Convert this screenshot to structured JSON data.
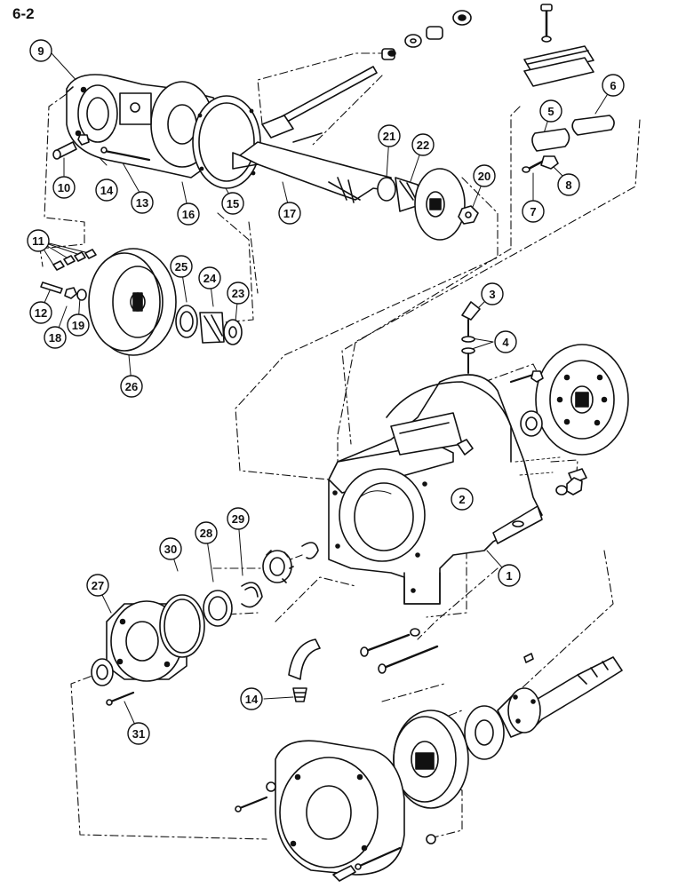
{
  "page": {
    "label": "6-2"
  },
  "callouts": [
    {
      "id": "c1",
      "label": "1"
    },
    {
      "id": "c2",
      "label": "2"
    },
    {
      "id": "c3",
      "label": "3"
    },
    {
      "id": "c4",
      "label": "4"
    },
    {
      "id": "c5",
      "label": "5"
    },
    {
      "id": "c6",
      "label": "6"
    },
    {
      "id": "c7",
      "label": "7"
    },
    {
      "id": "c8",
      "label": "8"
    },
    {
      "id": "c9",
      "label": "9"
    },
    {
      "id": "c10",
      "label": "10"
    },
    {
      "id": "c11",
      "label": "11"
    },
    {
      "id": "c12",
      "label": "12"
    },
    {
      "id": "c13",
      "label": "13"
    },
    {
      "id": "c14a",
      "label": "14"
    },
    {
      "id": "c14b",
      "label": "14"
    },
    {
      "id": "c15",
      "label": "15"
    },
    {
      "id": "c16",
      "label": "16"
    },
    {
      "id": "c17",
      "label": "17"
    },
    {
      "id": "c18",
      "label": "18"
    },
    {
      "id": "c19",
      "label": "19"
    },
    {
      "id": "c20",
      "label": "20"
    },
    {
      "id": "c21",
      "label": "21"
    },
    {
      "id": "c22",
      "label": "22"
    },
    {
      "id": "c23",
      "label": "23"
    },
    {
      "id": "c24",
      "label": "24"
    },
    {
      "id": "c25",
      "label": "25"
    },
    {
      "id": "c26",
      "label": "26"
    },
    {
      "id": "c27",
      "label": "27"
    },
    {
      "id": "c28",
      "label": "28"
    },
    {
      "id": "c29",
      "label": "29"
    },
    {
      "id": "c30",
      "label": "30"
    },
    {
      "id": "c31",
      "label": "31"
    }
  ]
}
